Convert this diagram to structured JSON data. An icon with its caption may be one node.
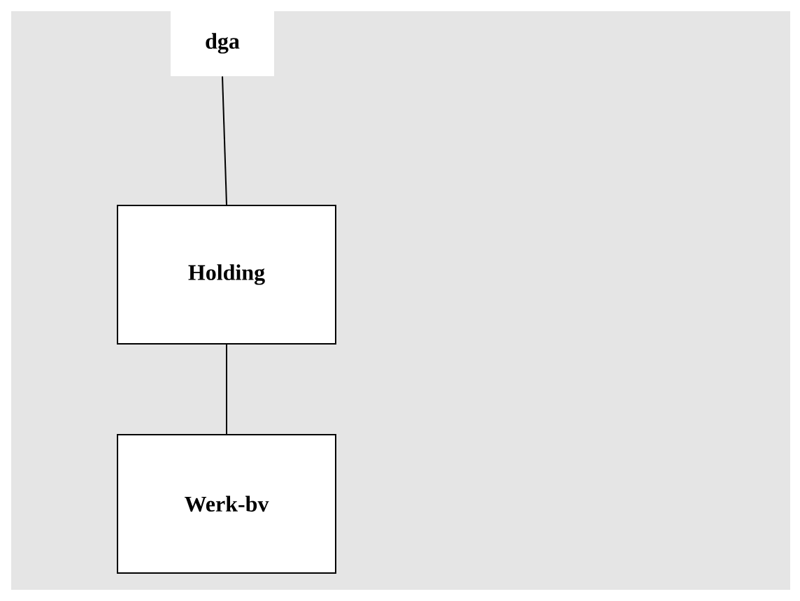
{
  "diagram": {
    "nodes": [
      {
        "text": [
          "dga"
        ]
      },
      {
        "text": [
          "Holding"
        ]
      },
      {
        "text": [
          "Werk-bv"
        ]
      }
    ],
    "edges": [
      {
        "from": 0,
        "to": 1,
        "arrow": "none"
      },
      {
        "from": 1,
        "to": 2,
        "arrow": "none"
      }
    ]
  }
}
